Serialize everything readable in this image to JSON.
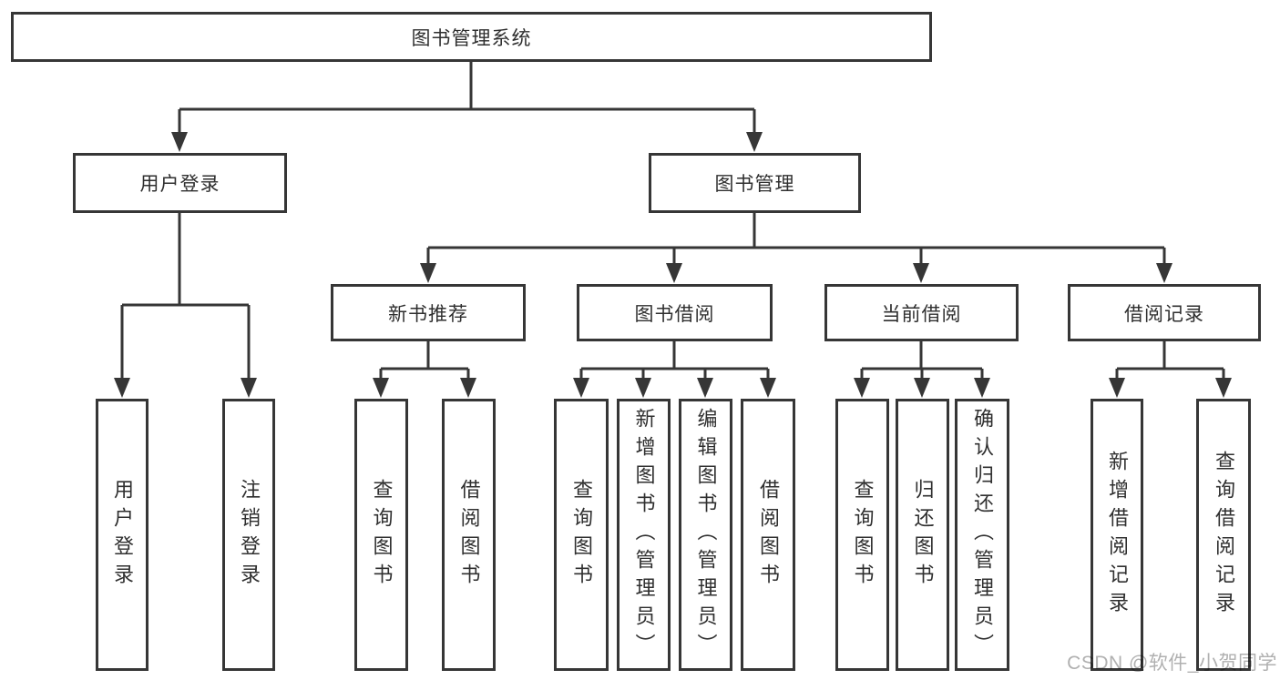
{
  "diagram": {
    "type": "hierarchy-tree",
    "title": "图书管理系统"
  },
  "tree": {
    "label": "图书管理系统",
    "children": [
      {
        "label": "用户登录",
        "children": [
          {
            "label": "用户登录"
          },
          {
            "label": "注销登录"
          }
        ]
      },
      {
        "label": "图书管理",
        "children": [
          {
            "label": "新书推荐",
            "children": [
              {
                "label": "查询图书"
              },
              {
                "label": "借阅图书"
              }
            ]
          },
          {
            "label": "图书借阅",
            "children": [
              {
                "label": "查询图书"
              },
              {
                "label": "新增图书（管理员）"
              },
              {
                "label": "编辑图书（管理员）"
              },
              {
                "label": "借阅图书"
              }
            ]
          },
          {
            "label": "当前借阅",
            "children": [
              {
                "label": "查询图书"
              },
              {
                "label": "归还图书"
              },
              {
                "label": "确认归还（管理员）"
              }
            ]
          },
          {
            "label": "借阅记录",
            "children": [
              {
                "label": "新增借阅记录"
              },
              {
                "label": "查询借阅记录"
              }
            ]
          }
        ]
      }
    ]
  },
  "watermark": {
    "text": "CSDN @软件_小贺同学"
  },
  "colors": {
    "line": "#363636",
    "box_border": "#363636",
    "label_text": "#2f2f2f",
    "watermark_text": "#b0b0b0",
    "background": "#ffffff"
  }
}
